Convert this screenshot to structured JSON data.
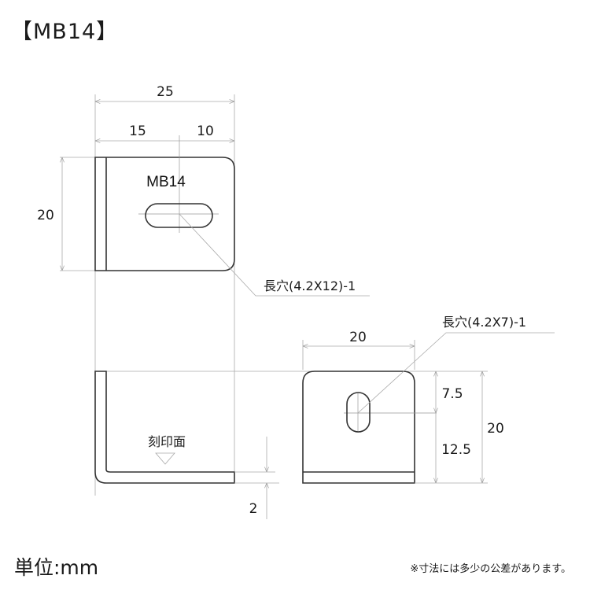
{
  "title": "【MB14】",
  "unit_label": "単位:mm",
  "tolerance_note": "※寸法には多少の公差があります。",
  "front_view": {
    "stamp": "MB14",
    "dim_total_width": "25",
    "dim_left_width": "15",
    "dim_right_width": "10",
    "dim_height": "20",
    "slot_callout": "長穴(4.2X12)-1"
  },
  "side_view": {
    "stamp_face_label": "刻印面",
    "dim_thickness": "2"
  },
  "bottom_view": {
    "dim_width": "20",
    "dim_upper": "7.5",
    "dim_lower": "12.5",
    "dim_height": "20",
    "slot_callout": "長穴(4.2X7)-1"
  },
  "colors": {
    "line": "#333333",
    "dimension_line": "#aaaaaa",
    "text": "#1a1a1a"
  }
}
